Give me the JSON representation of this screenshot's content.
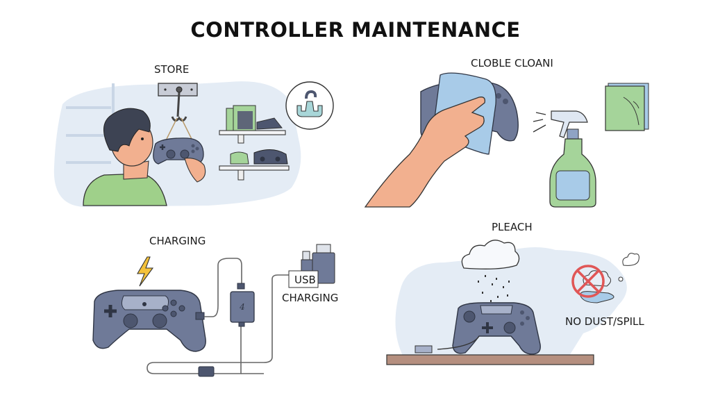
{
  "title": "CONTROLLER MAINTENANCE",
  "panels": [
    {
      "id": "store",
      "label": "STORE",
      "illustration": "person hanging controller on wall hook, shelves with controllers, hook icon in circle"
    },
    {
      "id": "clean",
      "label": "CLOBLE CLOANI",
      "illustration": "hand wiping controller with blue cloth, spray bottle, green microfiber cloth"
    },
    {
      "id": "charging",
      "label": "CHARGING",
      "sub_label_1": "USB",
      "sub_label_2": "CHARGING",
      "adapter_glyph": "4",
      "illustration": "controller with lightning bolt, cable to power adapter and USB plug"
    },
    {
      "id": "place",
      "label": "PLEACH",
      "warning_label": "NO DUST/SPILL",
      "illustration": "controller on shelf under dust cloud, prohibited dust/spill icon"
    }
  ],
  "colors": {
    "controller": "#6f7a98",
    "controller_dark": "#4d566f",
    "background_blob": "#e4ecf5",
    "skin": "#f2b08f",
    "shirt": "#9fd08a",
    "cloth_blue": "#a8cbe8",
    "cloth_green": "#a5d49a",
    "bolt": "#f4c23a",
    "prohibit": "#e05656",
    "shelf_wood": "#b58f7f"
  }
}
